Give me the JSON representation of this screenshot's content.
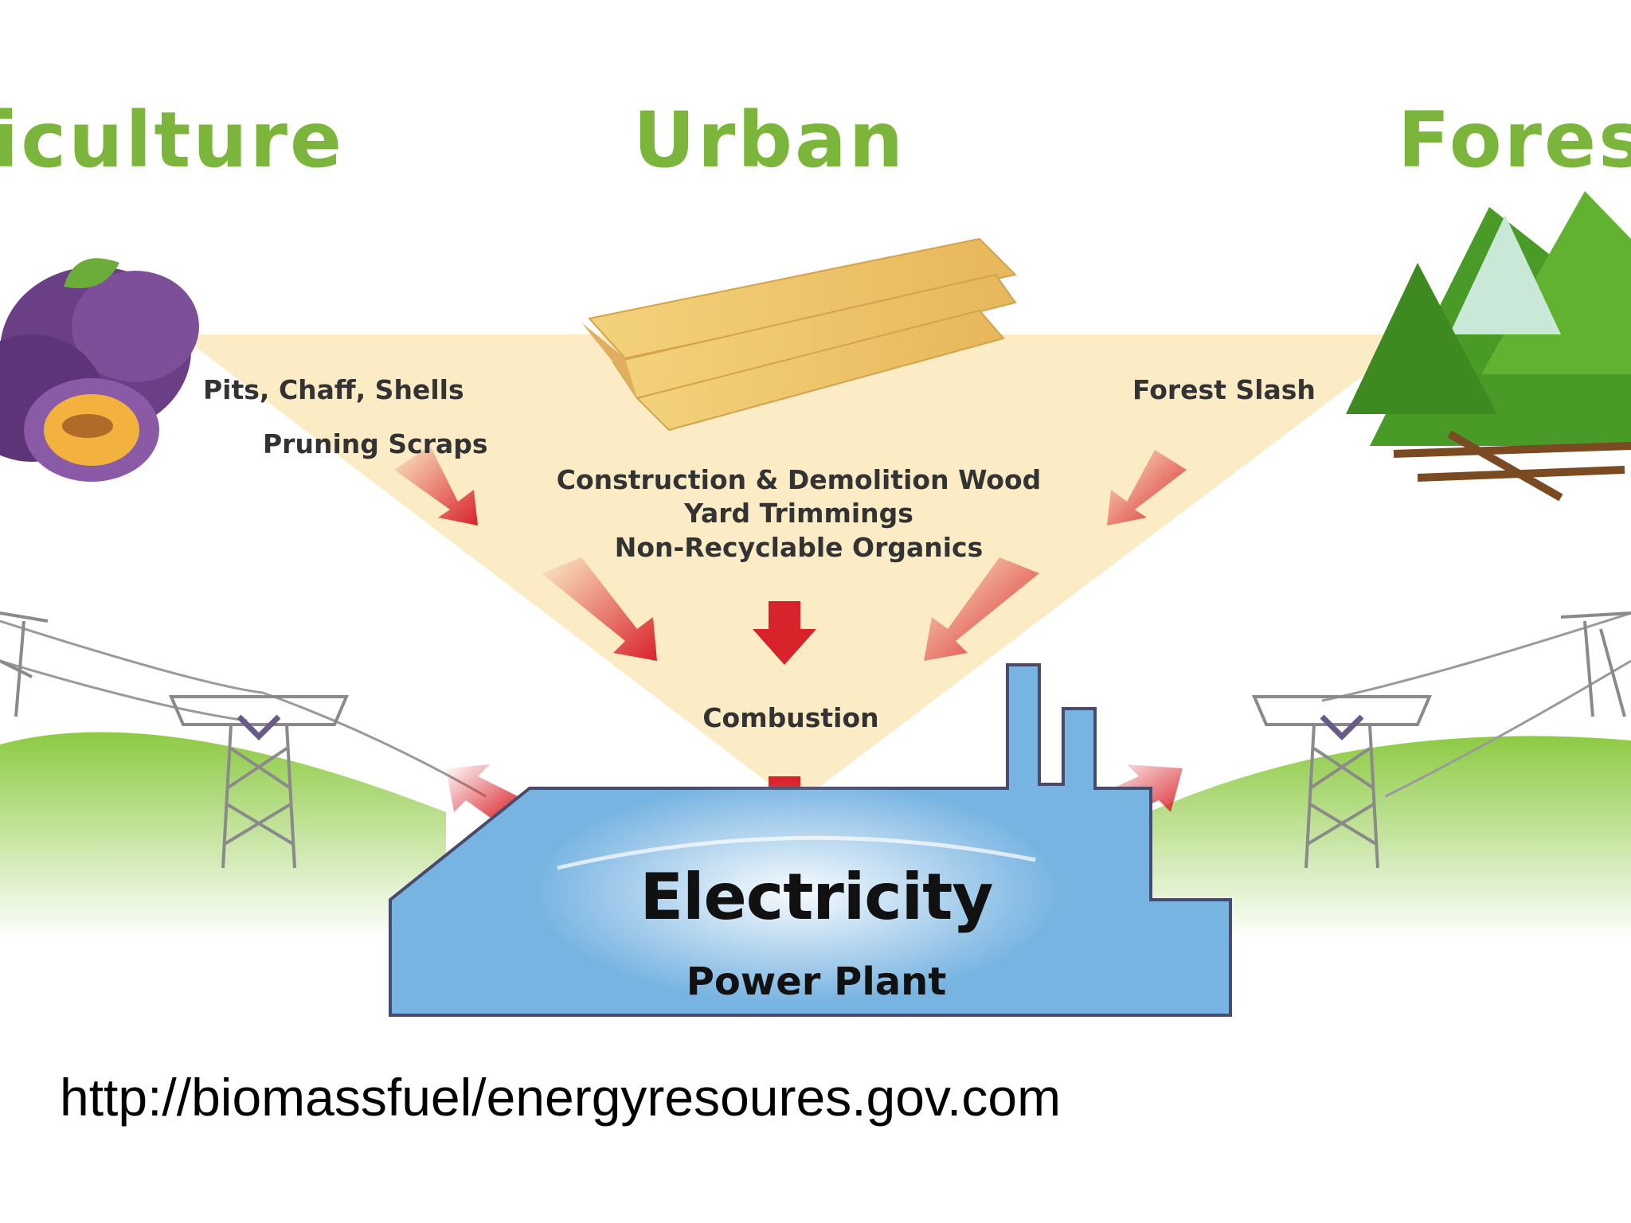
{
  "categories": {
    "agriculture": "riculture",
    "urban": "Urban",
    "forest": "Fores"
  },
  "sources": {
    "agriculture": [
      "Pits, Chaff, Shells",
      "Pruning Scraps"
    ],
    "forest": [
      "Forest Slash"
    ],
    "urban": [
      "Construction & Demolition Wood",
      "Yard Trimmings",
      "Non-Recyclable Organics"
    ]
  },
  "process": {
    "combustion": "Combustion"
  },
  "plant": {
    "output": "Electricity",
    "name": "Power Plant"
  },
  "source_url": "http://biomassfuel/energyresoures.gov.com",
  "colors": {
    "category_green": "#7bb53b",
    "funnel": "#fbecc6",
    "arrow_red": "#d9232a",
    "plant_blue": "#78b4e2",
    "hill_green": "#8dca43"
  }
}
